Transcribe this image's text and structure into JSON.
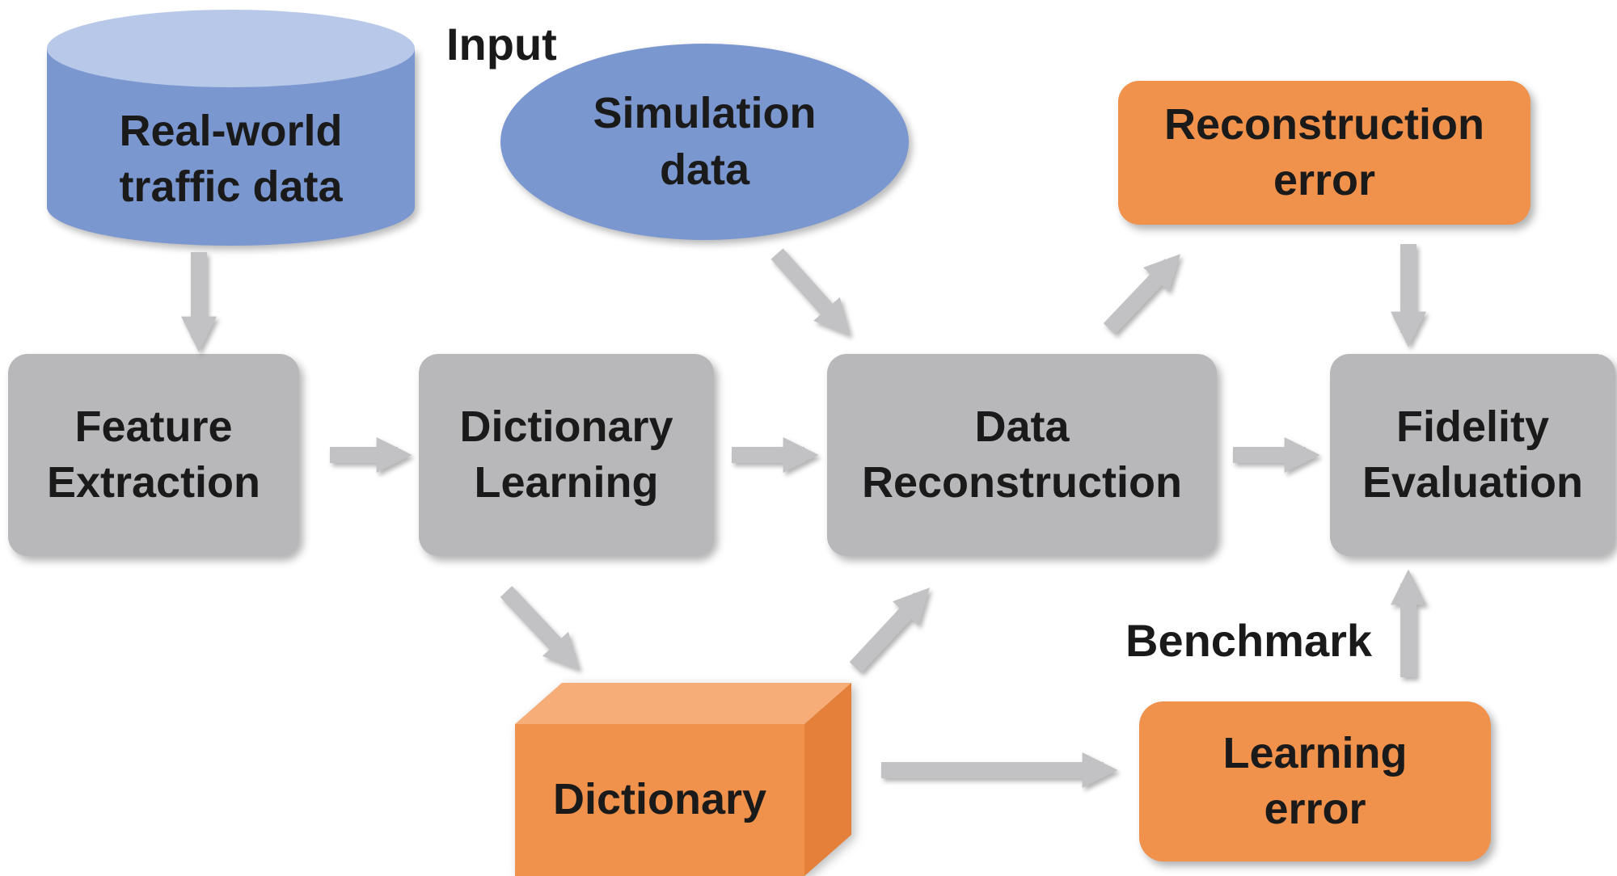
{
  "colors": {
    "blue": "#7b97d0",
    "blue_light": "#b7c8e8",
    "gray_box": "#b8b8bb",
    "orange": "#f0914c",
    "orange_top": "#f6ad77",
    "orange_side": "#e5803a",
    "arrow": "#c2c2c4",
    "text": "#1a1a1a"
  },
  "nodes": {
    "real_world_traffic_data": "Real-world\ntraffic data",
    "simulation_data": "Simulation\ndata",
    "reconstruction_error": "Reconstruction\nerror",
    "feature_extraction": "Feature\nExtraction",
    "dictionary_learning": "Dictionary\nLearning",
    "data_reconstruction": "Data\nReconstruction",
    "fidelity_evaluation": "Fidelity\nEvaluation",
    "dictionary": "Dictionary",
    "learning_error": "Learning\nerror"
  },
  "annotations": {
    "input": "Input",
    "benchmark": "Benchmark"
  }
}
